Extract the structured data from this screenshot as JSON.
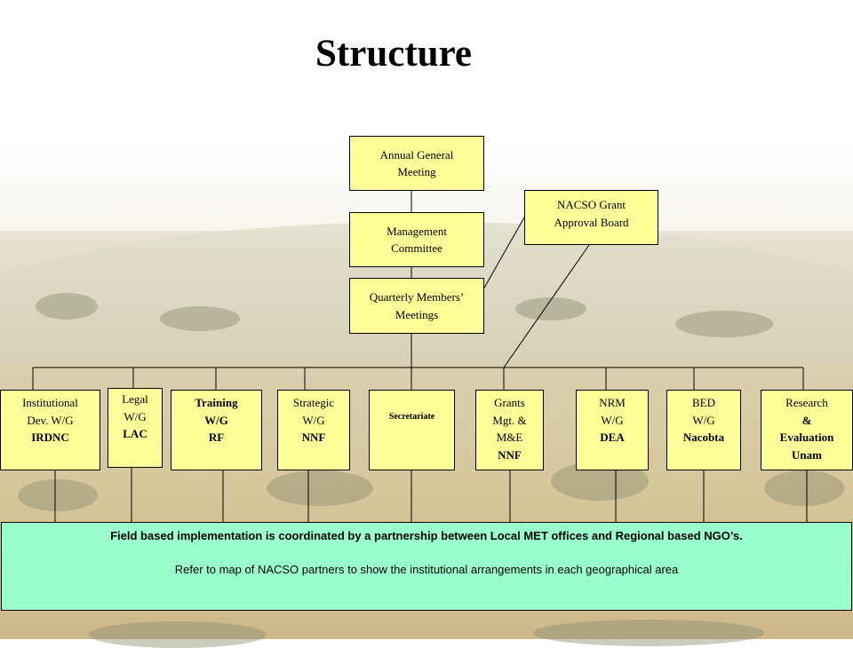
{
  "title": "Structure",
  "boxes": {
    "agm": [
      "Annual General",
      "Meeting"
    ],
    "mc": [
      "Management",
      "Committee"
    ],
    "qmm": [
      "Quarterly Members’",
      "Meetings"
    ],
    "grant_board": [
      "NACSO Grant",
      "Approval Board"
    ],
    "institutional": [
      "Institutional",
      "Dev. W/G",
      "IRDNC"
    ],
    "legal": [
      "Legal",
      "W/G",
      "LAC"
    ],
    "training": [
      "Training",
      "W/G",
      "RF"
    ],
    "strategic": [
      "Strategic",
      "W/G",
      "NNF"
    ],
    "secretariate": "Secretariate",
    "grants": [
      "Grants",
      "Mgt. &",
      "M&E",
      "NNF"
    ],
    "nrm": [
      "NRM",
      "W/G",
      "DEA"
    ],
    "bed": [
      "BED",
      "W/G",
      "Nacobta"
    ],
    "research": [
      "Research",
      "&",
      "Evaluation",
      "Unam"
    ]
  },
  "footer": {
    "line1": "Field based implementation is coordinated by a partnership between Local MET offices and Regional based NGO’s.",
    "line2": "Refer to map of NACSO partners to show the institutional arrangements in each geographical area"
  },
  "colors": {
    "box_fill": "#ffff99",
    "panel_fill": "#99ffcc",
    "border": "#000000"
  }
}
